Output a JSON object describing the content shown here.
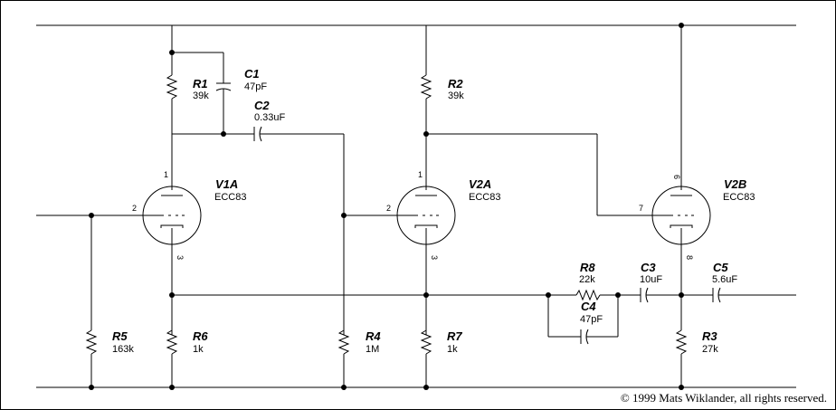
{
  "diagram": {
    "components": {
      "R1": {
        "ref": "R1",
        "value": "39k"
      },
      "C1": {
        "ref": "C1",
        "value": "47pF"
      },
      "C2": {
        "ref": "C2",
        "value": "0.33uF"
      },
      "V1A": {
        "ref": "V1A",
        "value": "ECC83",
        "pins": {
          "grid": "2",
          "plate": "1",
          "cathode": "3"
        }
      },
      "R2": {
        "ref": "R2",
        "value": "39k"
      },
      "V2A": {
        "ref": "V2A",
        "value": "ECC83",
        "pins": {
          "grid": "2",
          "plate": "1",
          "cathode": "3"
        }
      },
      "V2B": {
        "ref": "V2B",
        "value": "ECC83",
        "pins": {
          "grid": "7",
          "plate": "6",
          "cathode": "8"
        }
      },
      "R8": {
        "ref": "R8",
        "value": "22k"
      },
      "C3": {
        "ref": "C3",
        "value": "10uF"
      },
      "C5": {
        "ref": "C5",
        "value": "5.6uF"
      },
      "C4": {
        "ref": "C4",
        "value": "47pF"
      },
      "R5": {
        "ref": "R5",
        "value": "163k"
      },
      "R6": {
        "ref": "R6",
        "value": "1k"
      },
      "R4": {
        "ref": "R4",
        "value": "1M"
      },
      "R7": {
        "ref": "R7",
        "value": "1k"
      },
      "R3": {
        "ref": "R3",
        "value": "27k"
      }
    },
    "copyright": "© 1999 Mats Wiklander, all rights reserved."
  }
}
